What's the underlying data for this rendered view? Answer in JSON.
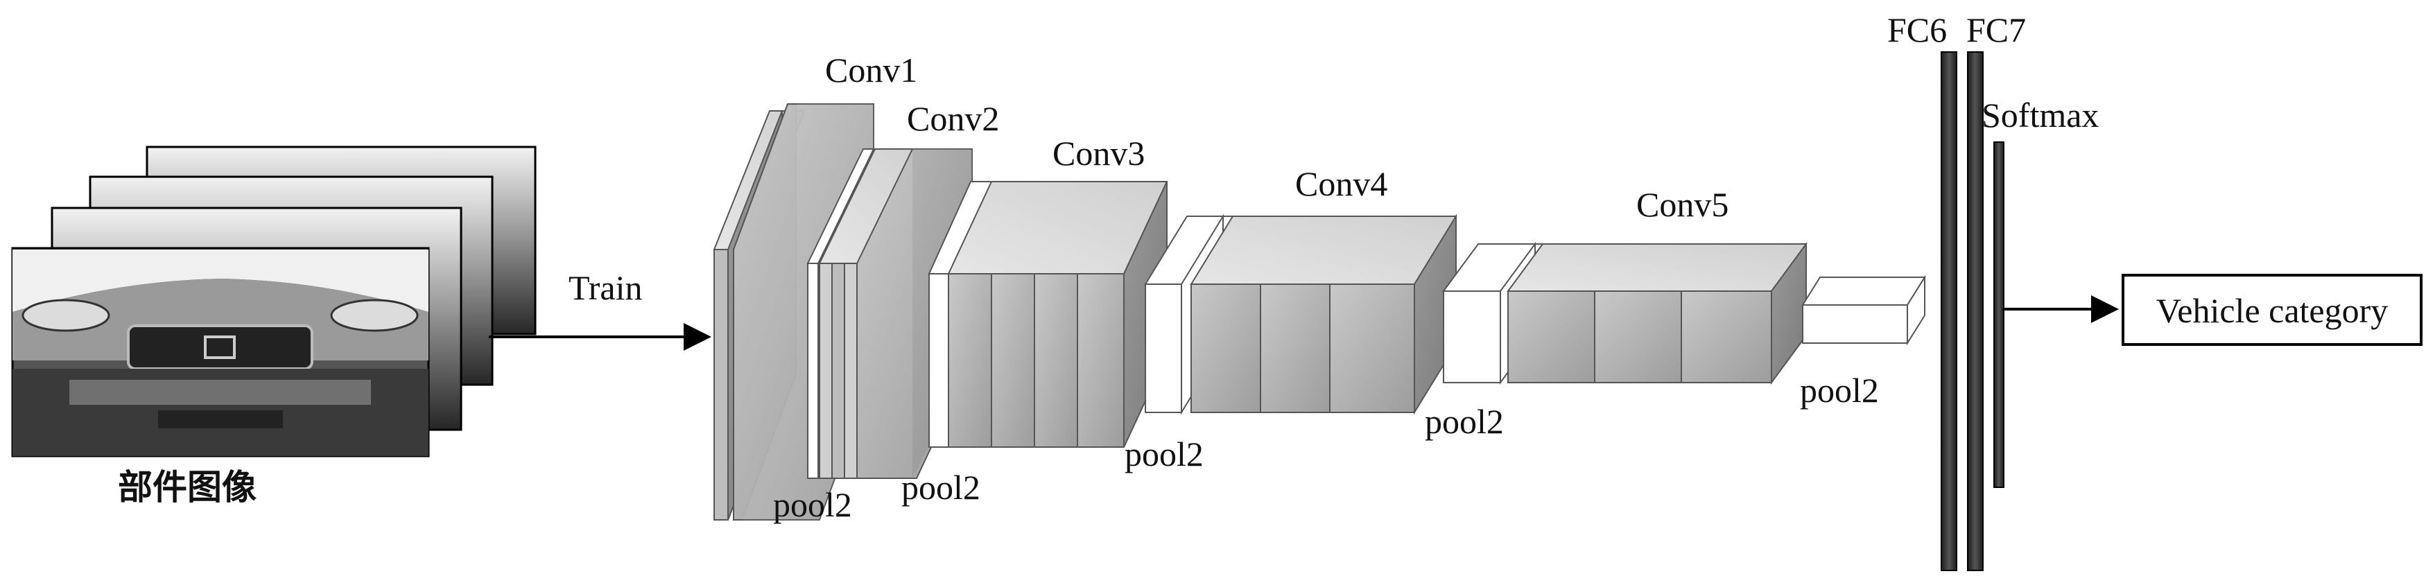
{
  "input": {
    "caption": "部件图像"
  },
  "arrow_in": {
    "label": "Train"
  },
  "layers": {
    "conv1": "Conv1",
    "conv2": "Conv2",
    "conv3": "Conv3",
    "conv4": "Conv4",
    "conv5": "Conv5",
    "fc6": "FC6",
    "fc7": "FC7",
    "softmax": "Softmax"
  },
  "pools": {
    "p1": "pool2",
    "p2": "pool2",
    "p3": "pool2",
    "p4": "pool2",
    "p5": "pool2"
  },
  "output": {
    "label": "Vehicle category"
  },
  "colors": {
    "block_front": "#a9a9a9",
    "block_top": "#e2e2e2",
    "block_side": "#8c8c8c",
    "pool_fill": "#ffffff",
    "fc_bar": "#2e2e2e"
  }
}
